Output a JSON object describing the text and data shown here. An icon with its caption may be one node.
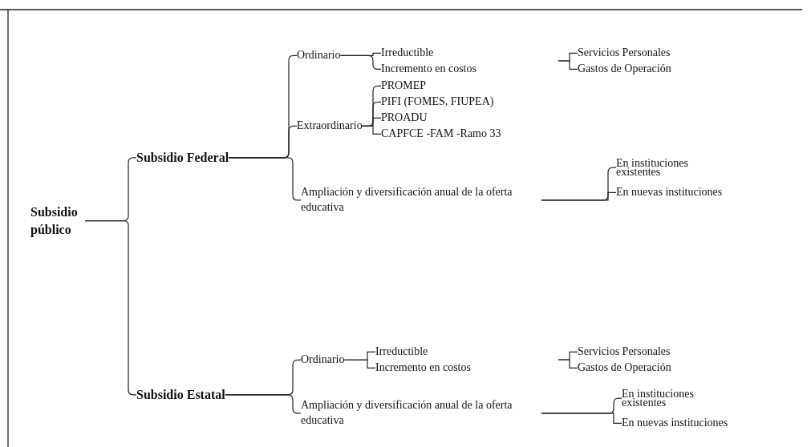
{
  "diagram": {
    "nodes": [
      {
        "text": [
          "Subsidio público"
        ]
      },
      {
        "text": [
          "Subsidio Federal"
        ]
      },
      {
        "text": [
          "Ordinario"
        ]
      },
      {
        "text": [
          "Irreductible"
        ]
      },
      {
        "text": [
          "Incremento en costos"
        ]
      },
      {
        "text": [
          "Servicios Personales"
        ]
      },
      {
        "text": [
          "Gastos de Operación"
        ]
      },
      {
        "text": [
          "Extraordinario"
        ]
      },
      {
        "text": [
          "PROMEP"
        ]
      },
      {
        "text": [
          "PIFI (FOMES, FIUPEA)"
        ]
      },
      {
        "text": [
          "PROADU"
        ]
      },
      {
        "text": [
          "CAPFCE -FAM -Ramo 33"
        ]
      },
      {
        "text": [
          "Ampliación y diversificación anual de la oferta educativa"
        ]
      },
      {
        "text": [
          "En instituciones existentes"
        ]
      },
      {
        "text": [
          "En nuevas instituciones"
        ]
      },
      {
        "text": [
          "Subsidio Estatal"
        ]
      },
      {
        "text": [
          "Ordinario"
        ]
      },
      {
        "text": [
          "Irreductible"
        ]
      },
      {
        "text": [
          "Incremento en costos"
        ]
      },
      {
        "text": [
          "Servicios Personales"
        ]
      },
      {
        "text": [
          "Gastos de Operación"
        ]
      },
      {
        "text": [
          "Ampliación y diversificación anual de la oferta educativa"
        ]
      },
      {
        "text": [
          "En instituciones existentes"
        ]
      },
      {
        "text": [
          "En nuevas instituciones"
        ]
      }
    ],
    "edges": [
      {
        "from": 0,
        "to": 1,
        "arrow": "none"
      },
      {
        "from": 0,
        "to": 15,
        "arrow": "none"
      },
      {
        "from": 1,
        "to": 2,
        "arrow": "none"
      },
      {
        "from": 1,
        "to": 7,
        "arrow": "none"
      },
      {
        "from": 1,
        "to": 12,
        "arrow": "none"
      },
      {
        "from": 2,
        "to": 3,
        "arrow": "none"
      },
      {
        "from": 2,
        "to": 4,
        "arrow": "none"
      },
      {
        "from": null,
        "to": 5,
        "arrow": "none"
      },
      {
        "from": null,
        "to": 6,
        "arrow": "none"
      },
      {
        "from": 7,
        "to": 8,
        "arrow": "none"
      },
      {
        "from": 7,
        "to": 9,
        "arrow": "none"
      },
      {
        "from": 7,
        "to": 10,
        "arrow": "none"
      },
      {
        "from": 7,
        "to": 11,
        "arrow": "none"
      },
      {
        "from": 12,
        "to": 13,
        "arrow": "none"
      },
      {
        "from": 12,
        "to": 14,
        "arrow": "none"
      },
      {
        "from": 15,
        "to": 16,
        "arrow": "none"
      },
      {
        "from": 15,
        "to": 21,
        "arrow": "none"
      },
      {
        "from": 16,
        "to": 17,
        "arrow": "none"
      },
      {
        "from": 16,
        "to": 18,
        "arrow": "none"
      },
      {
        "from": null,
        "to": 19,
        "arrow": "none"
      },
      {
        "from": null,
        "to": 20,
        "arrow": "none"
      },
      {
        "from": 21,
        "to": 22,
        "arrow": "none"
      },
      {
        "from": 21,
        "to": 23,
        "arrow": "none"
      }
    ]
  }
}
